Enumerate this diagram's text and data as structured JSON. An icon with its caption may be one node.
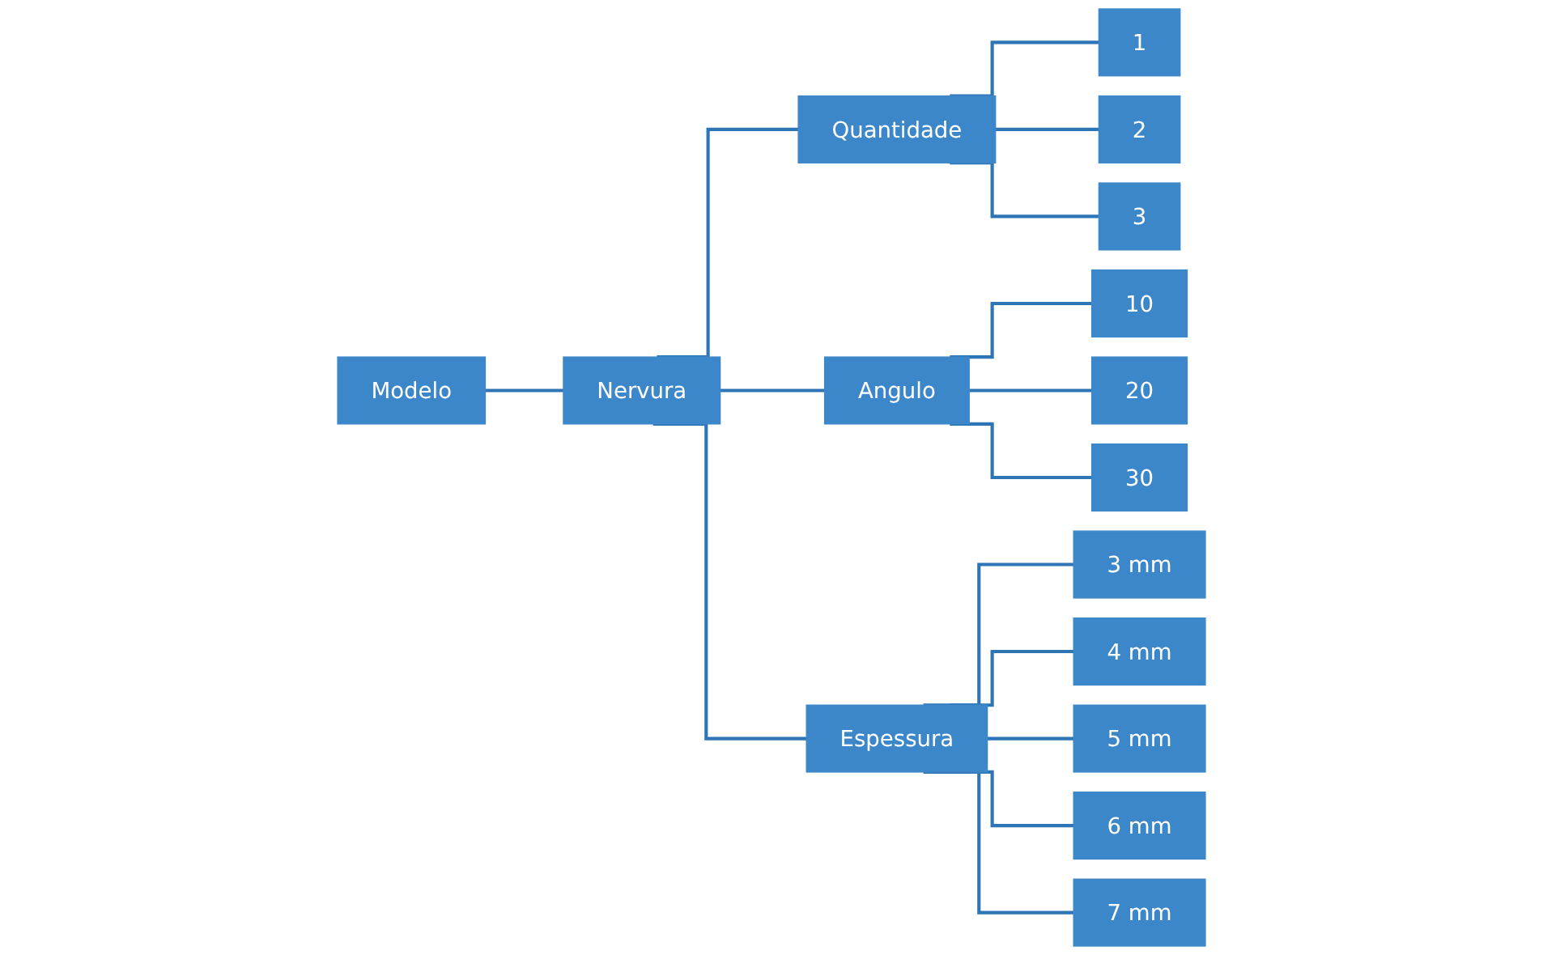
{
  "diagram": {
    "nodes": [
      {
        "text": [
          "Modelo"
        ]
      },
      {
        "text": [
          "Nervura"
        ]
      },
      {
        "text": [
          "Quantidade"
        ]
      },
      {
        "text": [
          "1"
        ]
      },
      {
        "text": [
          "2"
        ]
      },
      {
        "text": [
          "3"
        ]
      },
      {
        "text": [
          "Angulo"
        ]
      },
      {
        "text": [
          "10"
        ]
      },
      {
        "text": [
          "20"
        ]
      },
      {
        "text": [
          "30"
        ]
      },
      {
        "text": [
          "Espessura"
        ]
      },
      {
        "text": [
          "3 mm"
        ]
      },
      {
        "text": [
          "4 mm"
        ]
      },
      {
        "text": [
          "5 mm"
        ]
      },
      {
        "text": [
          "6 mm"
        ]
      },
      {
        "text": [
          "7 mm"
        ]
      }
    ],
    "edges": [
      {
        "from": 0,
        "to": 1,
        "arrow": "none"
      },
      {
        "from": 1,
        "to": 2,
        "arrow": "none"
      },
      {
        "from": 1,
        "to": 6,
        "arrow": "none"
      },
      {
        "from": 1,
        "to": 10,
        "arrow": "none"
      },
      {
        "from": 2,
        "to": 3,
        "arrow": "none"
      },
      {
        "from": 2,
        "to": 4,
        "arrow": "none"
      },
      {
        "from": 2,
        "to": 5,
        "arrow": "none"
      },
      {
        "from": 6,
        "to": 7,
        "arrow": "none"
      },
      {
        "from": 6,
        "to": 8,
        "arrow": "none"
      },
      {
        "from": 6,
        "to": 9,
        "arrow": "none"
      },
      {
        "from": 10,
        "to": 11,
        "arrow": "none"
      },
      {
        "from": 10,
        "to": 12,
        "arrow": "none"
      },
      {
        "from": 10,
        "to": 13,
        "arrow": "none"
      },
      {
        "from": 10,
        "to": 14,
        "arrow": "none"
      },
      {
        "from": 10,
        "to": 15,
        "arrow": "none"
      }
    ]
  }
}
